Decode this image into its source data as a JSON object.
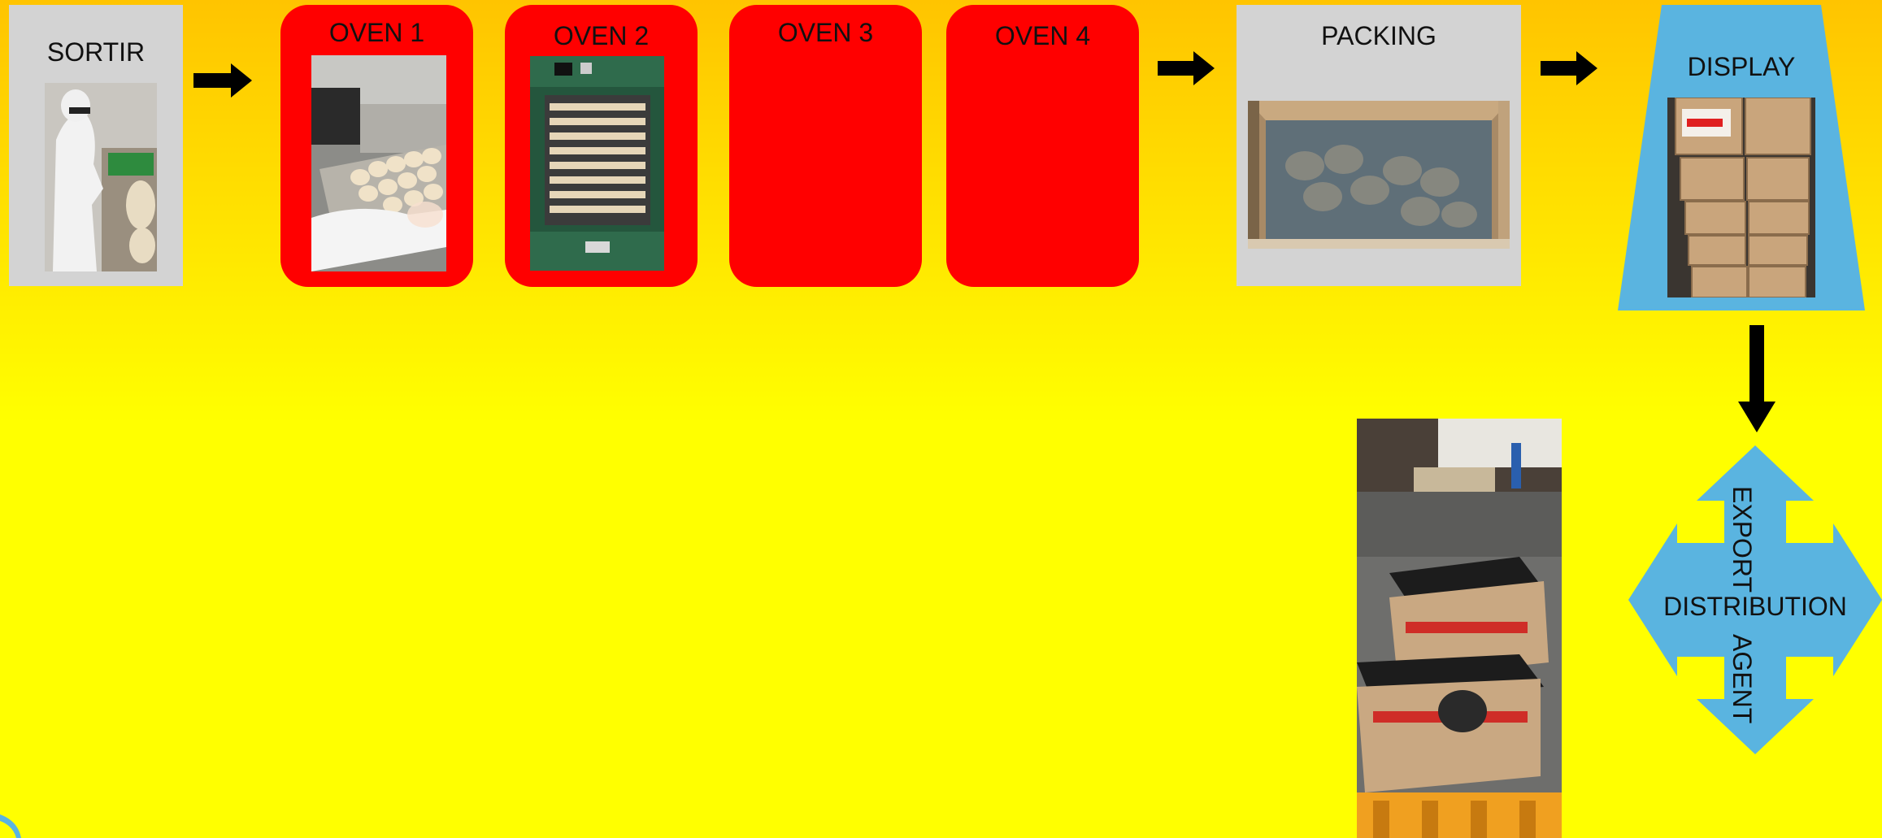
{
  "steps": {
    "sortir": "SORTIR",
    "oven1": "OVEN 1",
    "oven2": "OVEN 2",
    "oven3": "OVEN 3",
    "oven4": "OVEN 4",
    "packing": "PACKING",
    "display": "DISPLAY"
  },
  "cross": {
    "export": "EXPORT",
    "distribution": "DISTRIBUTION",
    "agent": "AGENT"
  },
  "photos": {
    "sortir": "worker-sorting-garlic-photo",
    "oven1": "garlic-trays-loading-photo",
    "oven2": "oven-cabinet-with-trays-photo",
    "packing": "packed-garlic-in-box-photo",
    "display": "stacked-cartons-photo",
    "shipment": "pallet-of-boxes-photo"
  },
  "colors": {
    "background_top": "#ffc400",
    "background_bottom": "#ffff00",
    "oven_red": "#ff0000",
    "box_gray": "#d3d3d3",
    "blue_shape": "#5ab4e0"
  }
}
